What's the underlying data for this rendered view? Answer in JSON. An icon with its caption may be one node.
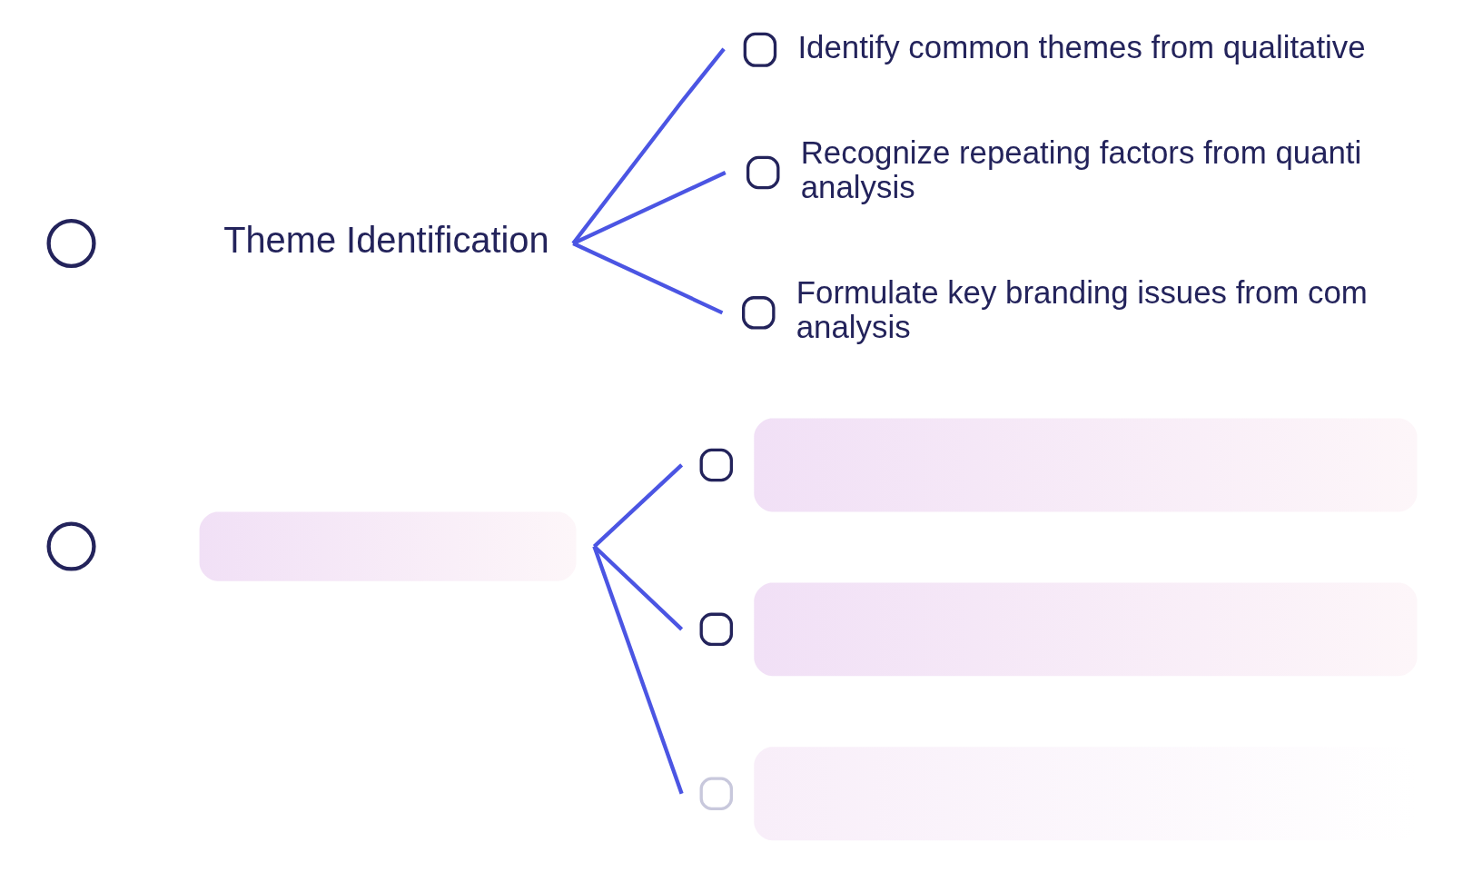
{
  "diagram": {
    "nodes": [
      {
        "text": [],
        "shape": "circle"
      },
      {
        "text": [
          "Theme Identification"
        ]
      },
      {
        "text": [
          "Identify common themes from qualitative"
        ]
      },
      {
        "text": [
          "Recognize repeating factors from quanti analysis"
        ]
      },
      {
        "text": [
          "Formulate key branding issues from com analysis"
        ]
      },
      {
        "text": [],
        "shape": "circle"
      },
      {
        "text": [],
        "shape": "bar"
      },
      {
        "text": [],
        "shape": "bar"
      },
      {
        "text": [],
        "shape": "bar"
      },
      {
        "text": [],
        "shape": "bar"
      }
    ],
    "edges": [
      {
        "from": 1,
        "to": 2,
        "arrow": "none"
      },
      {
        "from": 1,
        "to": 3,
        "arrow": "none"
      },
      {
        "from": 1,
        "to": 4,
        "arrow": "none"
      },
      {
        "from": 6,
        "to": 7,
        "arrow": "none"
      },
      {
        "from": 6,
        "to": 8,
        "arrow": "none"
      },
      {
        "from": 6,
        "to": 9,
        "arrow": "none"
      }
    ]
  }
}
